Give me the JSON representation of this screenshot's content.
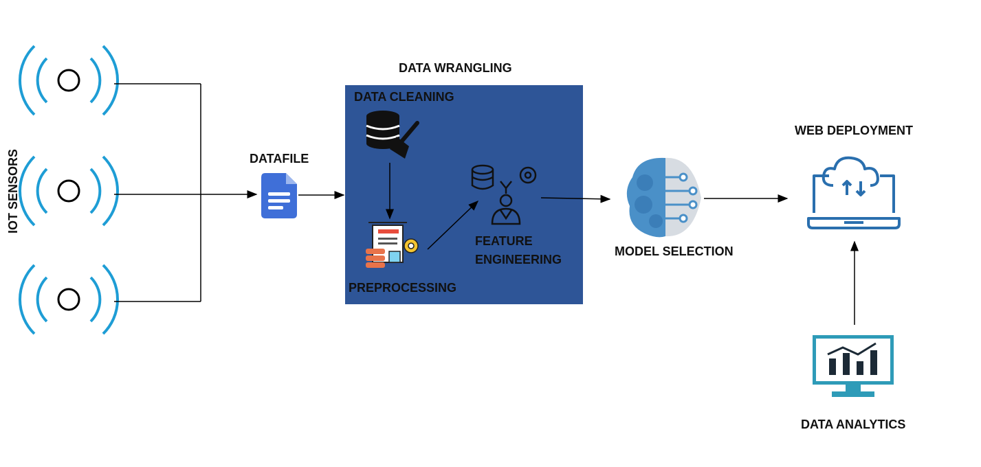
{
  "labels": {
    "iot_sensors": "IOT SENSORS",
    "datafile": "DATAFILE",
    "data_wrangling": "DATA WRANGLING",
    "data_cleaning": "DATA CLEANING",
    "preprocessing": "PREPROCESSING",
    "feature_engineering_line1": "FEATURE",
    "feature_engineering_line2": "ENGINEERING",
    "model_selection": "MODEL SELECTION",
    "web_deployment": "WEB DEPLOYMENT",
    "data_analytics": "DATA ANALYTICS"
  },
  "icons": {
    "sensor": "wireless-sensor-icon",
    "datafile": "document-icon",
    "data_cleaning": "database-broom-icon",
    "preprocessing": "report-gear-icon",
    "feature_engineering": "person-database-gear-icon",
    "model_selection": "ai-brain-icon",
    "web_deployment": "cloud-laptop-icon",
    "data_analytics": "monitor-bar-chart-icon"
  },
  "colors": {
    "wrangling_box": "#2E5597",
    "sensor_arc": "#1E9DD5",
    "datafile_icon": "#3F6FD8",
    "brain_blue": "#4A90C8",
    "deploy_blue": "#2A6FAE",
    "analytics_teal": "#2E9BB8"
  }
}
